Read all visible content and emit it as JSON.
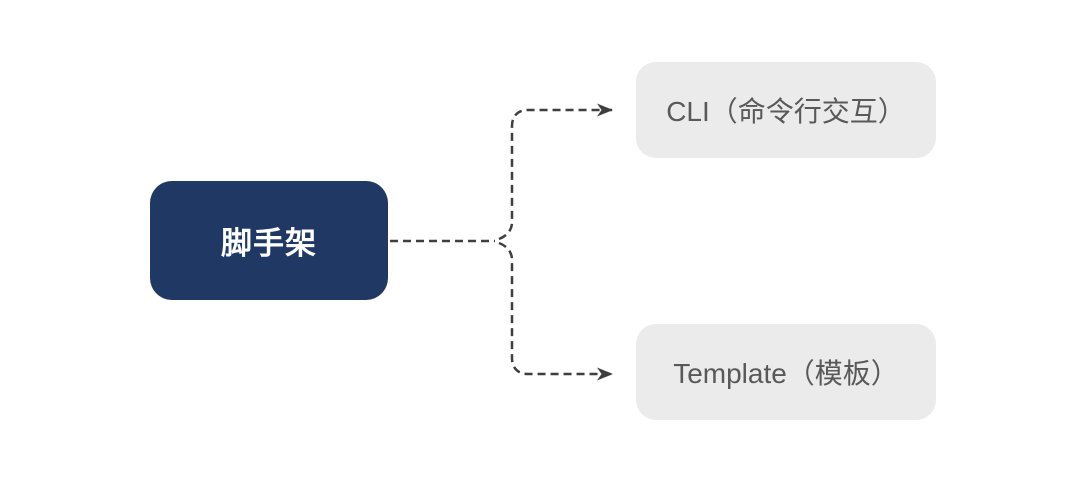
{
  "diagram": {
    "background": "#ffffff",
    "root": {
      "label": "脚手架",
      "fill": "#1f3864",
      "text_color": "#ffffff"
    },
    "children": [
      {
        "label": "CLI（命令行交互）"
      },
      {
        "label": "Template（模板）"
      }
    ],
    "child_style": {
      "fill": "#ebebeb",
      "text_color": "#595959"
    },
    "connector": {
      "style": "dashed",
      "color": "#3f3f3f",
      "arrowhead": "solid-triangle"
    }
  }
}
